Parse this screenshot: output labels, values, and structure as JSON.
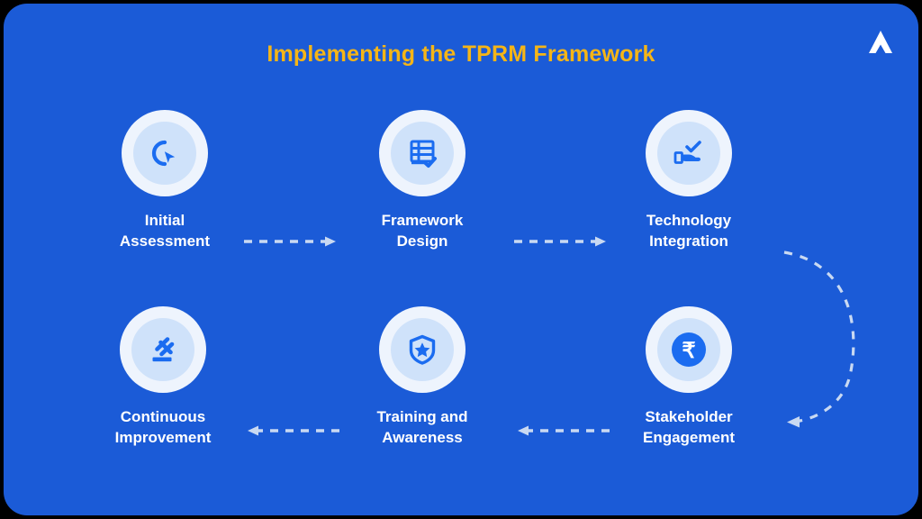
{
  "meta": {
    "title": "Implementing the TPRM Framework",
    "accent_color": "#f5b517",
    "background_color": "#1b5bd7",
    "ring_outer_color": "#eef4fd",
    "ring_inner_color": "#cfe2fa",
    "icon_color": "#1b6cf0",
    "label_color": "#ffffff",
    "arrow_color": "#c9d9f2"
  },
  "logo": {
    "name": "chevron-logo",
    "color": "#ffffff"
  },
  "steps": [
    {
      "id": 1,
      "label": "Initial\nAssessment",
      "icon": "cursor-click-icon"
    },
    {
      "id": 2,
      "label": "Framework\nDesign",
      "icon": "checklist-table-icon"
    },
    {
      "id": 3,
      "label": "Technology\nIntegration",
      "icon": "hand-check-icon"
    },
    {
      "id": 4,
      "label": "Continuous\nImprovement",
      "icon": "gavel-icon"
    },
    {
      "id": 5,
      "label": "Training and\nAwareness",
      "icon": "shield-star-icon"
    },
    {
      "id": 6,
      "label": "Stakeholder\nEngagement",
      "icon": "rupee-coin-icon"
    }
  ],
  "connectors": [
    {
      "id": 1,
      "name": "arrow-initial-to-framework",
      "direction": "right",
      "style": "dashed-straight"
    },
    {
      "id": 2,
      "name": "arrow-framework-to-technology",
      "direction": "right",
      "style": "dashed-straight"
    },
    {
      "id": 3,
      "name": "arrow-technology-to-stakeholder",
      "direction": "down-curve",
      "style": "dashed-curved"
    },
    {
      "id": 4,
      "name": "arrow-stakeholder-to-training",
      "direction": "left",
      "style": "dashed-straight"
    },
    {
      "id": 5,
      "name": "arrow-training-to-continuous",
      "direction": "left",
      "style": "dashed-straight"
    }
  ]
}
